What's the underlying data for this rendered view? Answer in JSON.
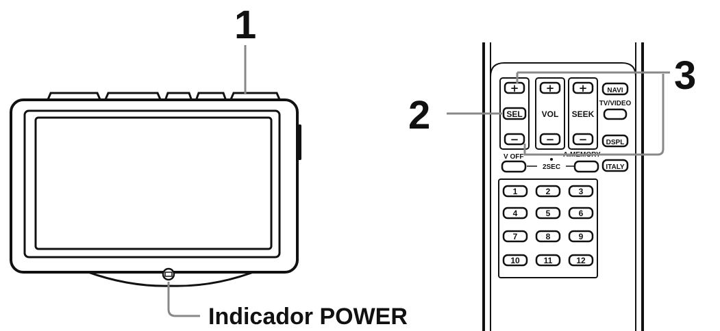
{
  "callouts": {
    "c1": "1",
    "c2": "2",
    "c3": "3"
  },
  "caption": "Indicador POWER",
  "remote": {
    "group_left": {
      "plus": "+",
      "sel": "SEL",
      "minus": "−"
    },
    "vol": {
      "plus": "+",
      "label": "VOL",
      "minus": "−"
    },
    "seek": {
      "plus": "+",
      "label": "SEEK",
      "minus": "−"
    },
    "navi": "NAVI",
    "tv_video": "TV/VIDEO",
    "dspl": "DSPL",
    "v_off": "V OFF",
    "a_memory": "A.MEMORY",
    "two_sec": "2SEC",
    "italy": "ITALY",
    "keypad": [
      "1",
      "2",
      "3",
      "4",
      "5",
      "6",
      "7",
      "8",
      "9",
      "10",
      "11",
      "12"
    ]
  }
}
